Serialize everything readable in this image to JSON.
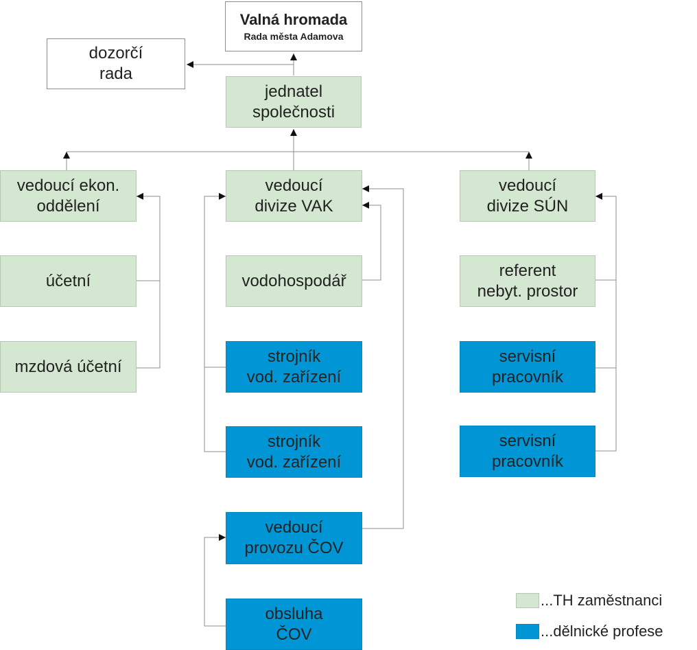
{
  "colors": {
    "th": "#d4e7d0",
    "workers": "#0096d6",
    "line": "#8c8c8c"
  },
  "top": {
    "title": "Valná hromada",
    "subtitle": "Rada města Adamova"
  },
  "board": {
    "line1": "dozorčí",
    "line2": "rada"
  },
  "ceo": {
    "line1": "jednatel",
    "line2": "společnosti"
  },
  "econ": {
    "head": {
      "line1": "vedoucí ekon.",
      "line2": "oddělení"
    },
    "accountant": "účetní",
    "payroll": "mzdová účetní"
  },
  "vak": {
    "head": {
      "line1": "vedoucí",
      "line2": "divize VAK"
    },
    "water_manager": "vodohospodář",
    "machinist1": {
      "line1": "strojník",
      "line2": "vod. zařízení"
    },
    "machinist2": {
      "line1": "strojník",
      "line2": "vod. zařízení"
    },
    "cov_head": {
      "line1": "vedoucí",
      "line2": "provozu ČOV"
    },
    "cov_staff": {
      "line1": "obsluha",
      "line2": "ČOV"
    }
  },
  "sun": {
    "head": {
      "line1": "vedoucí",
      "line2": "divize SÚN"
    },
    "referent": {
      "line1": "referent",
      "line2": "nebyt. prostor"
    },
    "service1": {
      "line1": "servisní",
      "line2": "pracovník"
    },
    "service2": {
      "line1": "servisní",
      "line2": "pracovník"
    }
  },
  "legend": {
    "th_label": "...TH zaměstnanci",
    "workers_label": "...dělnické profese"
  }
}
